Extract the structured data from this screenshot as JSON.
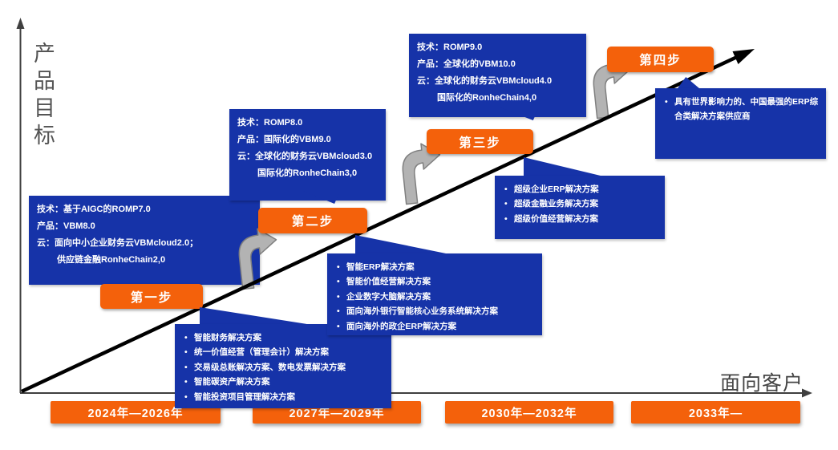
{
  "axis": {
    "y_label": "产品目标",
    "x_label": "面向客户"
  },
  "steps": [
    {
      "label": "第一步",
      "period": "2024年—2026年",
      "detail": [
        "技术：基于AIGC的ROMP7.0",
        "产品：VBM8.0",
        "云：面向中小企业财务云VBMcloud2.0；",
        "供应链金融RonheChain2,0"
      ],
      "solutions": [
        "智能财务解决方案",
        "统一价值经营（管理会计）解决方案",
        "交易级总账解决方案、数电发票解决方案",
        "智能碳资产解决方案",
        "智能投资项目管理解决方案"
      ]
    },
    {
      "label": "第二步",
      "period": "2027年—2029年",
      "detail": [
        "技术：ROMP8.0",
        "产品：国际化的VBM9.0",
        "云：全球化的财务云VBMcloud3.0",
        "国际化的RonheChain3,0"
      ],
      "solutions": [
        "智能ERP解决方案",
        "智能价值经营解决方案",
        "企业数字大脑解决方案",
        "面向海外银行智能核心业务系统解决方案",
        "面向海外的政企ERP解决方案"
      ]
    },
    {
      "label": "第三步",
      "period": "2030年—2032年",
      "detail": [
        "技术：ROMP9.0",
        "产品：全球化的VBM10.0",
        "云：全球化的财务云VBMcloud4.0",
        "国际化的RonheChain4,0"
      ],
      "solutions": [
        "超级企业ERP解决方案",
        "超级金融业务解决方案",
        "超级价值经营解决方案"
      ]
    },
    {
      "label": "第四步",
      "period": "2033年—",
      "detail": [],
      "solutions": [
        "具有世界影响力的、中国最强的ERP综合类解决方案供应商"
      ]
    }
  ],
  "colors": {
    "box_blue": "#1633A8",
    "accent_orange": "#F4610B",
    "diagonal_arrow": "#000000",
    "axis_gray": "#3F3F3F",
    "label_gray": "#555555",
    "curve_arrow_fill": "#B3B3B3",
    "curve_arrow_stroke": "#7F7F7F"
  }
}
